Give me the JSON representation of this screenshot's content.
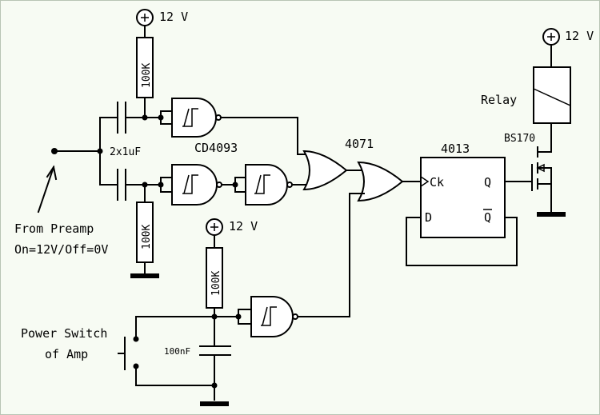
{
  "supply": {
    "label": "12 V",
    "plus_symbol": "+"
  },
  "resistors": {
    "r1": "100K",
    "r2": "100K",
    "r3": "100K"
  },
  "capacitors": {
    "input_pair": "2x1uF",
    "debounce": "100nF"
  },
  "chips": {
    "nand_part": "CD4093",
    "or_part": "4071",
    "flipflop_part": "4013",
    "mosfet_part": "BS170"
  },
  "flipflop_pins": {
    "clock": "Ck",
    "q": "Q",
    "d": "D",
    "qbar": "Q"
  },
  "relay": {
    "label": "Relay"
  },
  "input_note": {
    "line1": "From Preamp",
    "line2": "On=12V/Off=0V"
  },
  "switch_note": {
    "line1": "Power Switch",
    "line2": "of Amp"
  },
  "colors": {
    "ink": "#000000",
    "paper": "#f7fbf3",
    "frame": "#b8c4b4"
  }
}
